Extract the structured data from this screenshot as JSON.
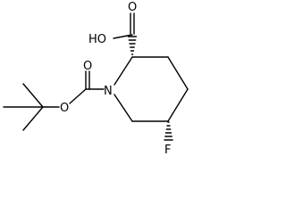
{
  "diagram_type": "skeletal-structure",
  "colors": {
    "background": "#ffffff",
    "ink": "#000000"
  },
  "atom_labels": {
    "hydroxyl": "HO",
    "carboxyl_oxygen": "O",
    "ring_nitrogen": "N",
    "carbamate_oxygen_double": "O",
    "carbamate_oxygen_ester": "O",
    "fluorine": "F"
  },
  "stereo_bonds": {
    "c2_to_carboxyl": "hashed-wedge",
    "c5_to_fluorine": "hashed-wedge"
  }
}
